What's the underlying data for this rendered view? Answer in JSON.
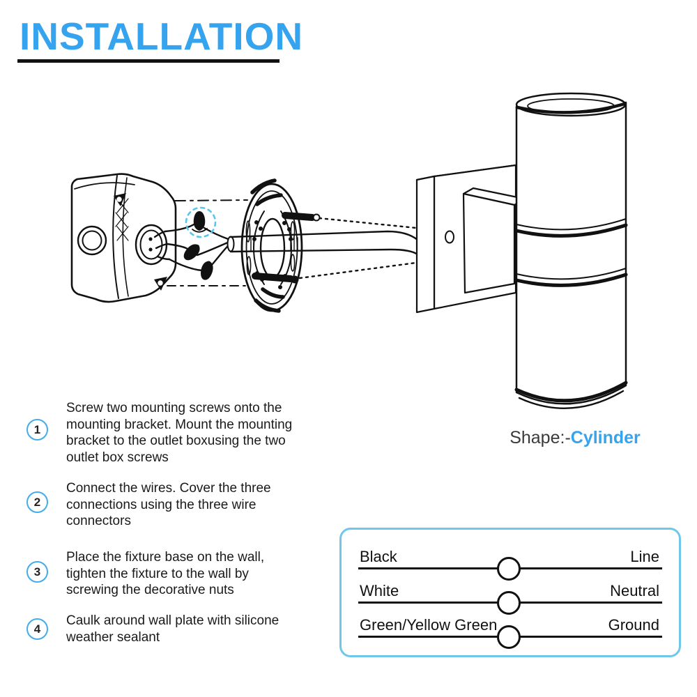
{
  "title": "INSTALLATION",
  "colors": {
    "accent_blue": "#36A3EF",
    "step_circle_blue": "#45ACE8",
    "table_border_blue": "#6FC7EA",
    "line_black": "#111111"
  },
  "diagram": {
    "shape_label_prefix": "Shape:-",
    "shape_label_value": "Cylinder",
    "parts": [
      "outlet-box",
      "wires",
      "wire-connectors",
      "connector-highlight-circle",
      "mounting-bracket",
      "mounting-screws",
      "cable",
      "wall-plate",
      "fixture-arm",
      "cylinder-fixture"
    ]
  },
  "steps": [
    {
      "num": "1",
      "text": "Screw two mounting screws onto the\nmounting bracket. Mount the mounting\nbracket to the outlet boxusing the two\noutlet box screws"
    },
    {
      "num": "2",
      "text": "Connect the wires. Cover the three\nconnections using the three wire\nconnectors"
    },
    {
      "num": "3",
      "text": "Place the fixture base on the wall,\ntighten the fixture to the wall by\nscrewing the decorative nuts"
    },
    {
      "num": "4",
      "text": "Caulk around wall plate with silicone\nweather sealant"
    }
  ],
  "wiring_table": {
    "rows": [
      {
        "left": "Black",
        "right": "Line"
      },
      {
        "left": "White",
        "right": "Neutral"
      },
      {
        "left": "Green/Yellow Green",
        "right": "Ground"
      }
    ]
  }
}
